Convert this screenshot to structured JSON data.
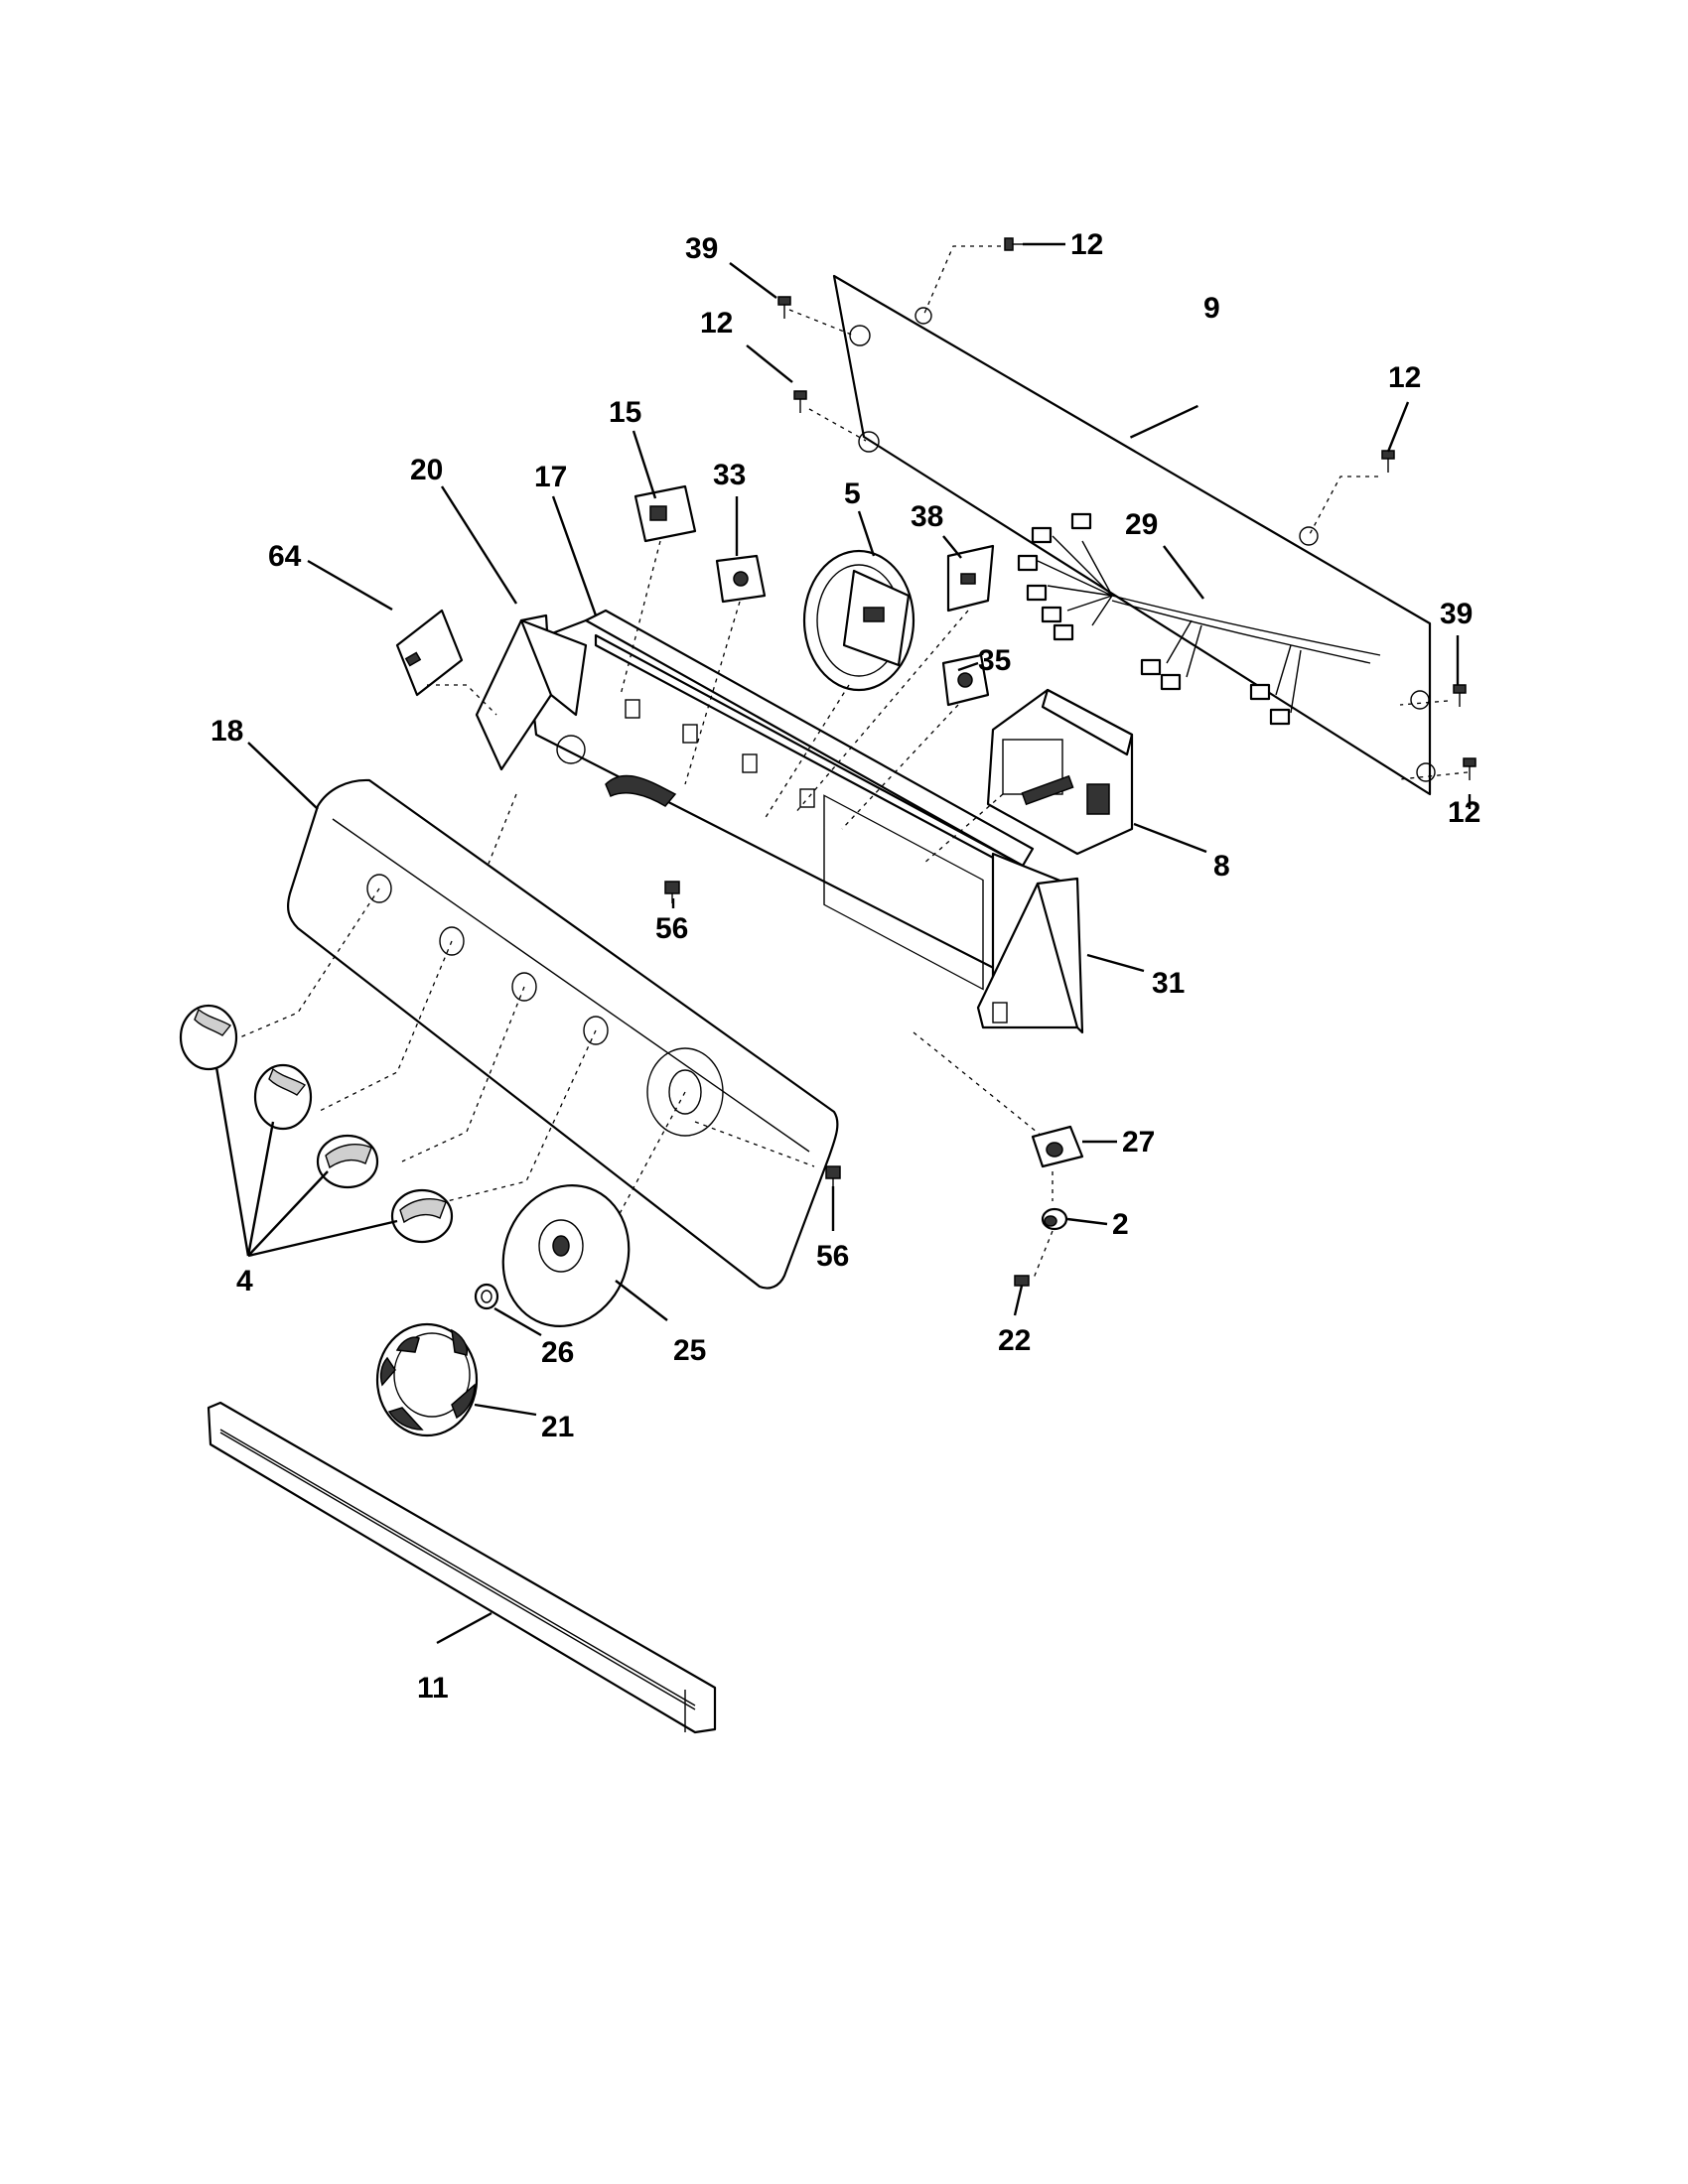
{
  "diagram": {
    "callouts": [
      "39",
      "12",
      "12",
      "9",
      "12",
      "29",
      "39",
      "12",
      "15",
      "33",
      "5",
      "38",
      "35",
      "8",
      "20",
      "17",
      "64",
      "18",
      "56",
      "31",
      "27",
      "2",
      "56",
      "22",
      "4",
      "26",
      "25",
      "21",
      "11"
    ],
    "parts": {
      "rear_panel": "9",
      "control_console": "17",
      "left_end_cap": "20",
      "right_end_cap": "31",
      "front_panel": "18",
      "knobs": "4",
      "timer_knob": "21",
      "timer_dial_skirt": "25",
      "washer": "26",
      "trim_strip": "11",
      "wire_harness": "29",
      "timer": "5",
      "motor_assembly": "8",
      "bracket": "27",
      "spacer": "2",
      "screw": "22"
    }
  }
}
